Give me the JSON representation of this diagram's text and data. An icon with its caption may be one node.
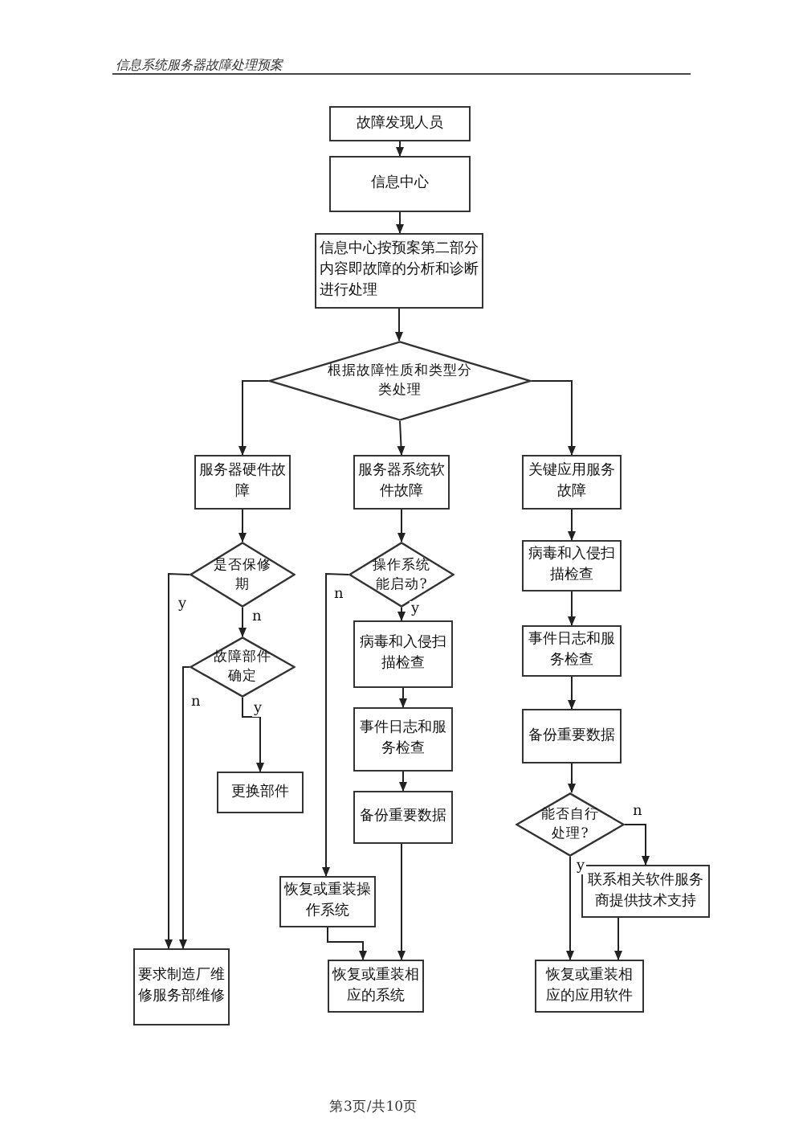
{
  "diagram": {
    "nodes": [
      {
        "text": [
          "故障发现人员"
        ]
      },
      {
        "text": [
          "信息中心"
        ]
      },
      {
        "text": [
          "信息中心按预案第二部分内容即故障的分析和诊断进行处理"
        ]
      },
      {
        "text": [
          "根据故障性质和类型分类处理"
        ]
      },
      {
        "text": [
          "服务器硬件故障"
        ]
      },
      {
        "text": [
          "服务器系统软件故障"
        ]
      },
      {
        "text": [
          "关键应用服务故障"
        ]
      },
      {
        "text": [
          "是否保修期"
        ]
      },
      {
        "text": [
          "故障部件确定"
        ]
      },
      {
        "text": [
          "更换部件"
        ]
      },
      {
        "text": [
          "要求制造厂维修服务部维修"
        ]
      },
      {
        "text": [
          "操作系统能启动?"
        ]
      },
      {
        "text": [
          "病毒和入侵扫描检查"
        ]
      },
      {
        "text": [
          "事件日志和服务检查"
        ]
      },
      {
        "text": [
          "备份重要数据"
        ]
      },
      {
        "text": [
          "恢复或重装操作系统"
        ]
      },
      {
        "text": [
          "恢复或重装相应的系统"
        ]
      },
      {
        "text": [
          "病毒和入侵扫描检查"
        ]
      },
      {
        "text": [
          "事件日志和服务检查"
        ]
      },
      {
        "text": [
          "备份重要数据"
        ]
      },
      {
        "text": [
          "能否自行处理?"
        ]
      },
      {
        "text": [
          "联系相关软件服务商提供技术支持"
        ]
      },
      {
        "text": [
          "恢复或重装相应的应用软件"
        ]
      }
    ],
    "edges": [
      {
        "from": 0,
        "to": 1,
        "arrow": "to"
      },
      {
        "from": 1,
        "to": 2,
        "arrow": "to"
      },
      {
        "from": 2,
        "to": 3,
        "arrow": "to"
      },
      {
        "from": 3,
        "to": 4,
        "arrow": "to"
      },
      {
        "from": 3,
        "to": 5,
        "arrow": "to"
      },
      {
        "from": 3,
        "to": 6,
        "arrow": "to"
      },
      {
        "from": 4,
        "to": 7,
        "arrow": "to"
      },
      {
        "from": 7,
        "to": 8,
        "arrow": "to",
        "label": "n"
      },
      {
        "from": 7,
        "to": 10,
        "arrow": "to",
        "label": "y"
      },
      {
        "from": 8,
        "to": 9,
        "arrow": "to",
        "label": "y"
      },
      {
        "from": 8,
        "to": 10,
        "arrow": "to",
        "label": "n"
      },
      {
        "from": 5,
        "to": 11,
        "arrow": "to"
      },
      {
        "from": 11,
        "to": 12,
        "arrow": "to",
        "label": "y"
      },
      {
        "from": 11,
        "to": 15,
        "arrow": "to",
        "label": "n"
      },
      {
        "from": 12,
        "to": 13,
        "arrow": "to"
      },
      {
        "from": 13,
        "to": 14,
        "arrow": "to"
      },
      {
        "from": 14,
        "to": 16,
        "arrow": "to"
      },
      {
        "from": 15,
        "to": 16,
        "arrow": "to"
      },
      {
        "from": 6,
        "to": 17,
        "arrow": "to"
      },
      {
        "from": 17,
        "to": 18,
        "arrow": "to"
      },
      {
        "from": 18,
        "to": 19,
        "arrow": "to"
      },
      {
        "from": 19,
        "to": 20,
        "arrow": "to"
      },
      {
        "from": 20,
        "to": 22,
        "arrow": "to",
        "label": "y"
      },
      {
        "from": 20,
        "to": 21,
        "arrow": "to",
        "label": "n"
      },
      {
        "from": 21,
        "to": 22,
        "arrow": "to"
      }
    ],
    "labels": [
      "信息系统服务器故障处理预案",
      "第3页/共10页"
    ]
  }
}
